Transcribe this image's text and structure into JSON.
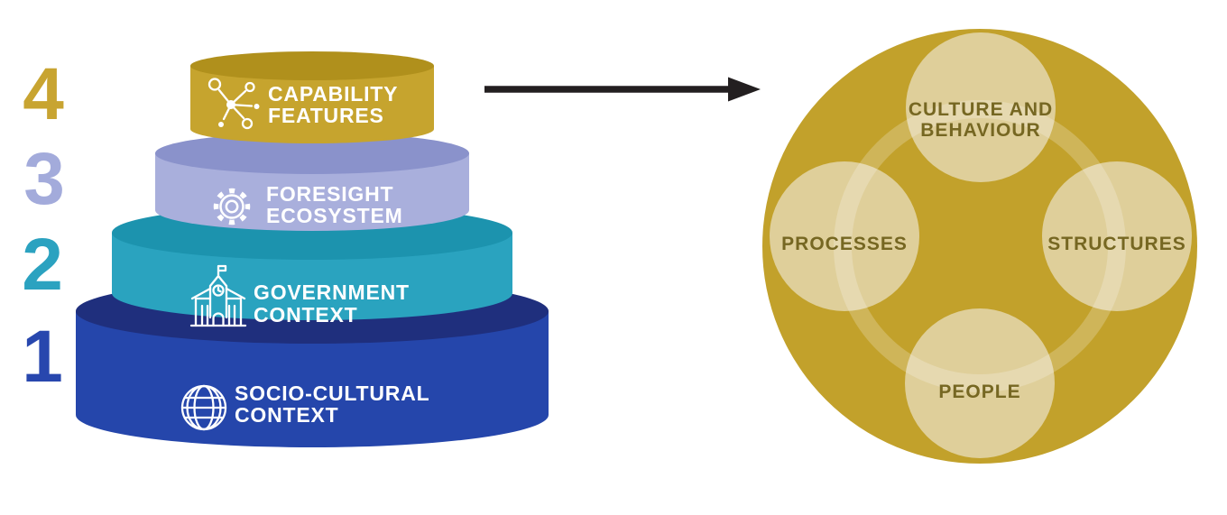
{
  "pyramid": {
    "text_color": "#FFFFFF",
    "levels": [
      {
        "number": "4",
        "label_lines": [
          "CAPABILITY",
          "FEATURES"
        ],
        "icon": "network-nodes-icon",
        "body_color": "#C6A42E",
        "top_color": "#B0901C",
        "number_color": "#C8A431"
      },
      {
        "number": "3",
        "label_lines": [
          "FORESIGHT",
          "ECOSYSTEM"
        ],
        "icon": "gear-icon",
        "body_color": "#A9AFDC",
        "top_color": "#8A92CB",
        "number_color": "#A3ABDB"
      },
      {
        "number": "2",
        "label_lines": [
          "GOVERNMENT",
          "CONTEXT"
        ],
        "icon": "government-building-icon",
        "body_color": "#2AA3BF",
        "top_color": "#1C93AE",
        "number_color": "#2BA2C0"
      },
      {
        "number": "1",
        "label_lines": [
          "SOCIO-CULTURAL",
          "CONTEXT"
        ],
        "icon": "globe-icon",
        "body_color": "#2546AB",
        "top_color": "#1F2F7D",
        "number_color": "#2847AE"
      }
    ]
  },
  "arrow": {
    "color": "#231F20"
  },
  "venn": {
    "outer_color": "#C2A12B",
    "inner_circle_color": "#DFCF9A",
    "ring_color": "rgba(255,255,255,0.22)",
    "label_color": "#766722",
    "nodes": [
      {
        "id": "culture-and-behaviour",
        "label_lines": [
          "CULTURE AND",
          "BEHAVIOUR"
        ]
      },
      {
        "id": "processes",
        "label_lines": [
          "PROCESSES"
        ]
      },
      {
        "id": "structures",
        "label_lines": [
          "STRUCTURES"
        ]
      },
      {
        "id": "people",
        "label_lines": [
          "PEOPLE"
        ]
      }
    ]
  }
}
